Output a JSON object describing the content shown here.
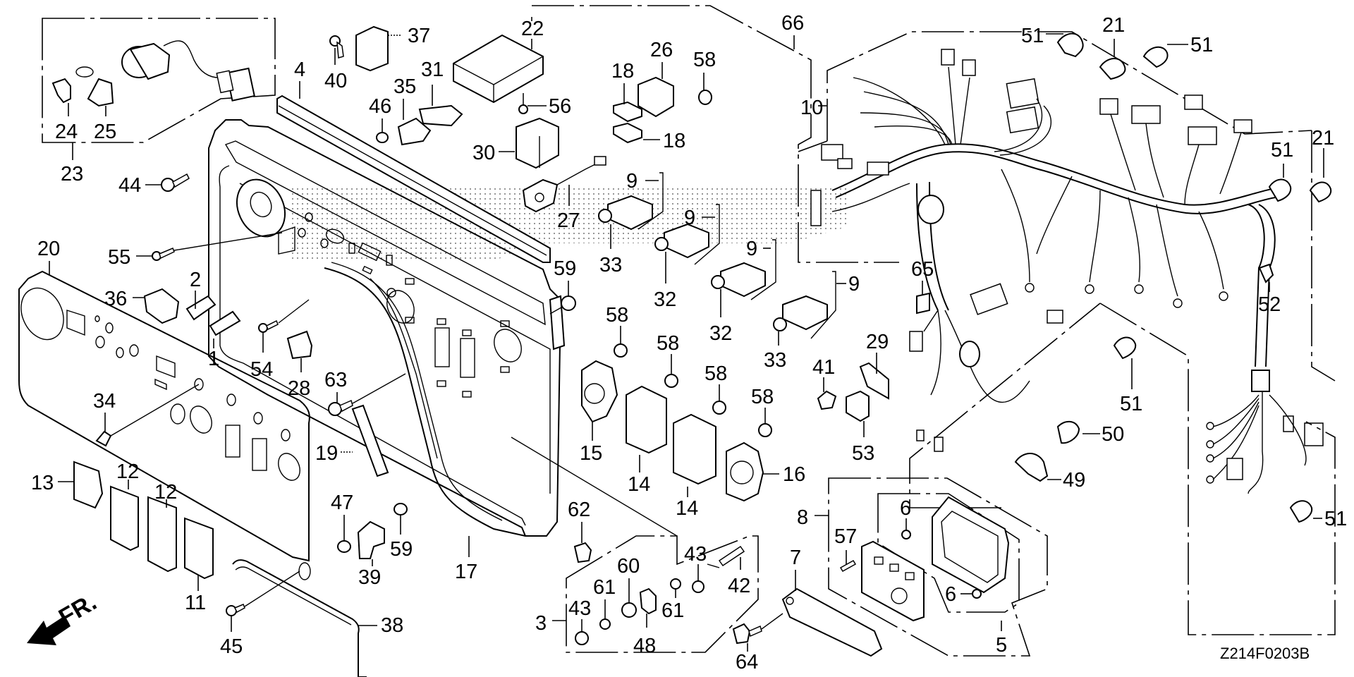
{
  "diagram": {
    "title": "Control panel / wire harness exploded parts diagram",
    "figure_code": "Z214F0203B",
    "direction_marker": "FR.",
    "callouts": [
      {
        "id": "c4",
        "label": "4"
      },
      {
        "id": "c37",
        "label": "37"
      },
      {
        "id": "c40",
        "label": "40"
      },
      {
        "id": "c22",
        "label": "22"
      },
      {
        "id": "c31",
        "label": "31"
      },
      {
        "id": "c35",
        "label": "35"
      },
      {
        "id": "c46",
        "label": "46"
      },
      {
        "id": "c56",
        "label": "56"
      },
      {
        "id": "c30",
        "label": "30"
      },
      {
        "id": "c26",
        "label": "26"
      },
      {
        "id": "c18a",
        "label": "18"
      },
      {
        "id": "c18b",
        "label": "18"
      },
      {
        "id": "c58a",
        "label": "58"
      },
      {
        "id": "c66",
        "label": "66"
      },
      {
        "id": "c10",
        "label": "10"
      },
      {
        "id": "c27",
        "label": "27"
      },
      {
        "id": "c9a",
        "label": "9"
      },
      {
        "id": "c9b",
        "label": "9"
      },
      {
        "id": "c9c",
        "label": "9"
      },
      {
        "id": "c9d",
        "label": "9"
      },
      {
        "id": "c33a",
        "label": "33"
      },
      {
        "id": "c32a",
        "label": "32"
      },
      {
        "id": "c32b",
        "label": "32"
      },
      {
        "id": "c33b",
        "label": "33"
      },
      {
        "id": "c59a",
        "label": "59"
      },
      {
        "id": "c58b",
        "label": "58"
      },
      {
        "id": "c58c",
        "label": "58"
      },
      {
        "id": "c58d",
        "label": "58"
      },
      {
        "id": "c58e",
        "label": "58"
      },
      {
        "id": "c15",
        "label": "15"
      },
      {
        "id": "c14a",
        "label": "14"
      },
      {
        "id": "c14b",
        "label": "14"
      },
      {
        "id": "c16",
        "label": "16"
      },
      {
        "id": "c41",
        "label": "41"
      },
      {
        "id": "c29",
        "label": "29"
      },
      {
        "id": "c53",
        "label": "53"
      },
      {
        "id": "c65",
        "label": "65"
      },
      {
        "id": "c51a",
        "label": "51"
      },
      {
        "id": "c21a",
        "label": "21"
      },
      {
        "id": "c51b",
        "label": "51"
      },
      {
        "id": "c51c",
        "label": "51"
      },
      {
        "id": "c21b",
        "label": "21"
      },
      {
        "id": "c52",
        "label": "52"
      },
      {
        "id": "c51d",
        "label": "51"
      },
      {
        "id": "c50",
        "label": "50"
      },
      {
        "id": "c49",
        "label": "49"
      },
      {
        "id": "c51e",
        "label": "51"
      },
      {
        "id": "c8",
        "label": "8"
      },
      {
        "id": "c6a",
        "label": "6"
      },
      {
        "id": "c57",
        "label": "57"
      },
      {
        "id": "c7",
        "label": "7"
      },
      {
        "id": "c6b",
        "label": "6"
      },
      {
        "id": "c5",
        "label": "5"
      },
      {
        "id": "c64",
        "label": "64"
      },
      {
        "id": "c42",
        "label": "42"
      },
      {
        "id": "c43a",
        "label": "43"
      },
      {
        "id": "c43b",
        "label": "43"
      },
      {
        "id": "c61a",
        "label": "61"
      },
      {
        "id": "c60",
        "label": "60"
      },
      {
        "id": "c61b",
        "label": "61"
      },
      {
        "id": "c48",
        "label": "48"
      },
      {
        "id": "c3",
        "label": "3"
      },
      {
        "id": "c62",
        "label": "62"
      },
      {
        "id": "c17",
        "label": "17"
      },
      {
        "id": "c38",
        "label": "38"
      },
      {
        "id": "c39",
        "label": "39"
      },
      {
        "id": "c59b",
        "label": "59"
      },
      {
        "id": "c47",
        "label": "47"
      },
      {
        "id": "c45",
        "label": "45"
      },
      {
        "id": "c19",
        "label": "19"
      },
      {
        "id": "c63",
        "label": "63"
      },
      {
        "id": "c28",
        "label": "28"
      },
      {
        "id": "c54",
        "label": "54"
      },
      {
        "id": "c36",
        "label": "36"
      },
      {
        "id": "c2",
        "label": "2"
      },
      {
        "id": "c1",
        "label": "1"
      },
      {
        "id": "c55",
        "label": "55"
      },
      {
        "id": "c20",
        "label": "20"
      },
      {
        "id": "c44",
        "label": "44"
      },
      {
        "id": "c23",
        "label": "23"
      },
      {
        "id": "c24",
        "label": "24"
      },
      {
        "id": "c25",
        "label": "25"
      },
      {
        "id": "c34",
        "label": "34"
      },
      {
        "id": "c13",
        "label": "13"
      },
      {
        "id": "c12a",
        "label": "12"
      },
      {
        "id": "c12b",
        "label": "12"
      },
      {
        "id": "c11",
        "label": "11"
      }
    ]
  }
}
